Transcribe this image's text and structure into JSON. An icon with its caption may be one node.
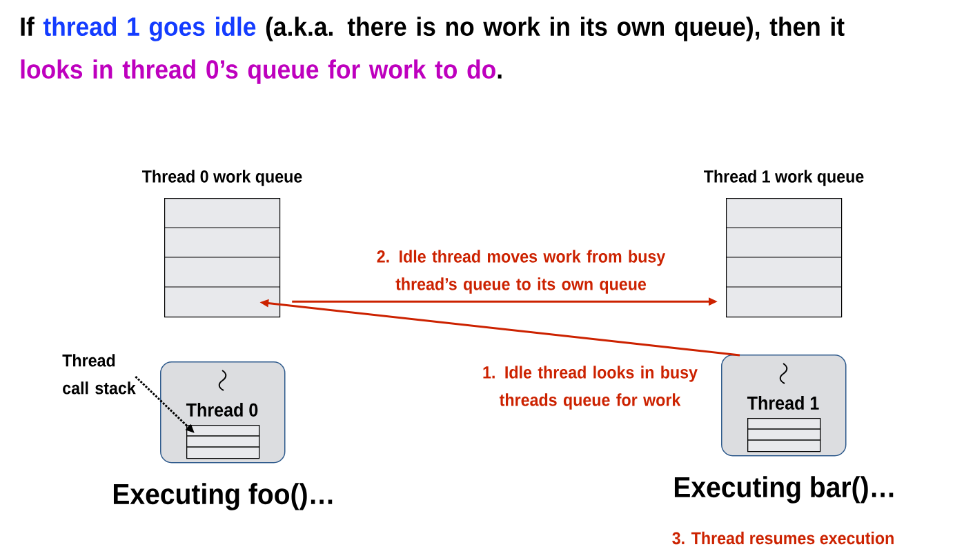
{
  "diagram": {
    "title": "If **thread 1 goes idle** (a.k.a. there is no work in its own queue), then it **looks in thread 0’s queue for work to do**.",
    "nodes": [
      {
        "text": [
          "Thread 0 work queue"
        ]
      },
      {
        "text": [
          "Thread 1 work queue"
        ]
      },
      {
        "text": [
          "Thread 0"
        ],
        "beside": [
          "Executing foo()…"
        ]
      },
      {
        "text": [],
        "shape": "box",
        "in": 2
      },
      {
        "text": [
          "Thread call stack"
        ]
      },
      {
        "text": [
          "Thread 1"
        ],
        "beside": [
          "Executing bar()…"
        ]
      },
      {
        "text": [],
        "shape": "box",
        "in": 5
      }
    ],
    "edges": [
      {
        "from": 5,
        "to": 0,
        "arrow": "to",
        "label": "1. Idle thread looks in busy threads queue for work"
      },
      {
        "from": 0,
        "to": 1,
        "arrow": "to",
        "label": "2. Idle thread moves work from busy thread’s queue to its own queue"
      },
      {
        "from": 4,
        "to": 3,
        "arrow": "to",
        "style": "dashed",
        "color": "#000000"
      }
    ],
    "labels": [
      "3. Thread resumes execution"
    ]
  }
}
